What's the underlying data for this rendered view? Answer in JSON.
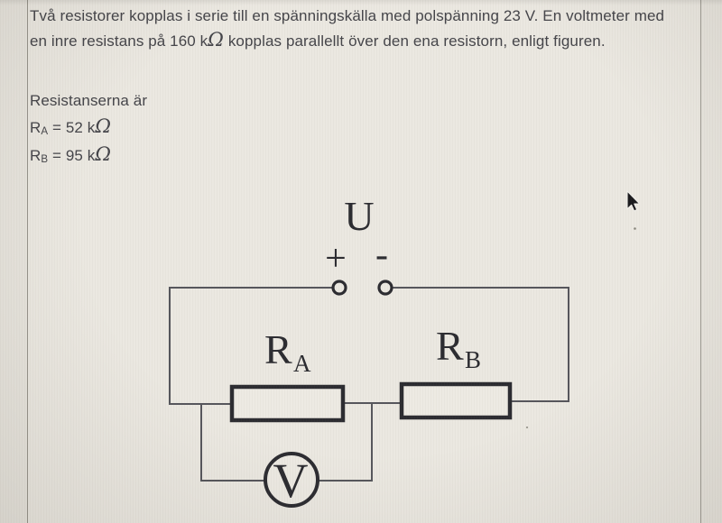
{
  "problem": {
    "line1": "Två resistorer kopplas i serie till en spänningskälla med polspänning 23 V. En voltmeter med",
    "line2_pre": "en inre resistans på 160 k",
    "line2_omega": "Ω",
    "line2_post": " kopplas parallellt över den ena resistorn, enligt figuren.",
    "resistances_heading": "Resistanserna är",
    "ra": {
      "base": "R",
      "sub": "A",
      "rest": " = 52 k",
      "omega": "Ω"
    },
    "rb": {
      "base": "R",
      "sub": "B",
      "rest": " = 95 k",
      "omega": "Ω"
    }
  },
  "circuit": {
    "source_label": "U",
    "plus_sign": "+",
    "minus_sign": "-",
    "resistor_a": {
      "base": "R",
      "sub": "A"
    },
    "resistor_b": {
      "base": "R",
      "sub": "B"
    },
    "voltmeter_label": "V"
  },
  "colors": {
    "background": "#ebe8e1",
    "text": "#45454a",
    "wire": "#56565c",
    "component": "#2c2c31",
    "rule_line": "#98958d"
  }
}
